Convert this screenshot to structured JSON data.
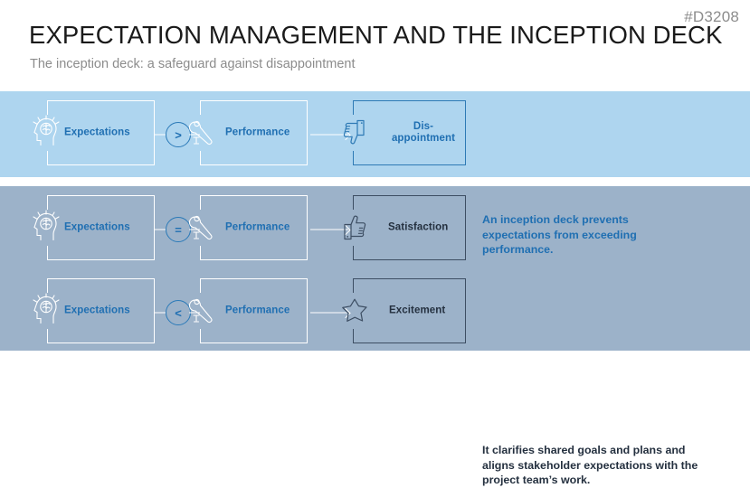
{
  "header": {
    "doc_tag": "#D3208",
    "title": "EXPECTATION MANAGEMENT AND THE INCEPTION DECK",
    "subtitle": "The inception deck: a safeguard against disappointment"
  },
  "colors": {
    "band_light": "#aed5ef",
    "band_slate": "#9cb2c9",
    "accent_blue": "#1f6fb2",
    "outline_blue": "#2e7ab5",
    "navy": "#24303f",
    "white": "#ffffff",
    "tag_grey": "#8d8d8d",
    "subtitle_grey": "#8c8c8c"
  },
  "bands": [
    {
      "name": "band-expectations-exceed",
      "background": "#aed5ef",
      "note": "An inception deck prevents\nexpectations from exceeding\nperformance.",
      "note_color": "#1f6fb2"
    },
    {
      "name": "band-expectations-met",
      "background": "#9cb2c9",
      "note": "It clarifies shared goals and plans and\naligns stakeholder expectations with the\nproject team’s work.",
      "note_color": "#24303f"
    }
  ],
  "rows": [
    {
      "id": "row-disappointment",
      "left_icon": "head-idea-icon",
      "left_label": "Expectations",
      "operator": ">",
      "operator_name": "greater-than-operator",
      "middle_icon": "wrench-screw-icon",
      "middle_label": "Performance",
      "outcome_icon": "thumbs-down-icon",
      "outcome_label": "Dis-\nappointment",
      "outcome_style": "blue"
    },
    {
      "id": "row-satisfaction",
      "left_icon": "head-idea-icon",
      "left_label": "Expectations",
      "operator": "=",
      "operator_name": "equals-operator",
      "middle_icon": "wrench-screw-icon",
      "middle_label": "Performance",
      "outcome_icon": "thumbs-up-icon",
      "outcome_label": "Satisfaction",
      "outcome_style": "navy"
    },
    {
      "id": "row-excitement",
      "left_icon": "head-idea-icon",
      "left_label": "Expectations",
      "operator": "<",
      "operator_name": "less-than-operator",
      "middle_icon": "wrench-screw-icon",
      "middle_label": "Performance",
      "outcome_icon": "star-icon",
      "outcome_label": "Excitement",
      "outcome_style": "navy"
    }
  ]
}
